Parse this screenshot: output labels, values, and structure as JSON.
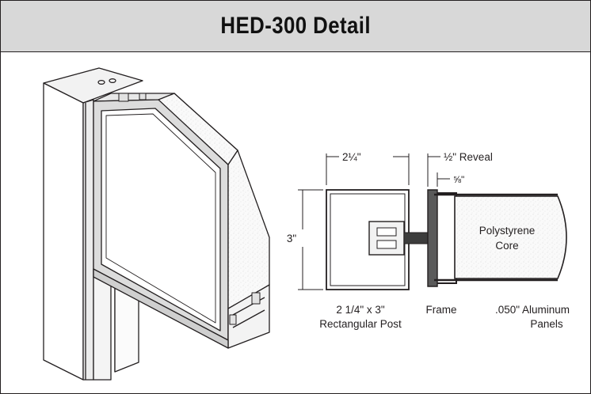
{
  "title": "HED-300 Detail",
  "dimensions": {
    "post_width": "2¼\"",
    "post_height": "3\"",
    "reveal": "½\" Reveal",
    "frame_offset": "⅝\""
  },
  "labels": {
    "post_line1": "2 1/4\" x 3\"",
    "post_line2": "Rectangular Post",
    "frame": "Frame",
    "panels_line1": ".050\" Aluminum",
    "panels_line2": "Panels",
    "core_line1": "Polystyrene",
    "core_line2": "Core"
  },
  "colors": {
    "line": "#231f20",
    "header_bg": "#d8d8d8",
    "frame_fill": "#5a5a5a"
  }
}
